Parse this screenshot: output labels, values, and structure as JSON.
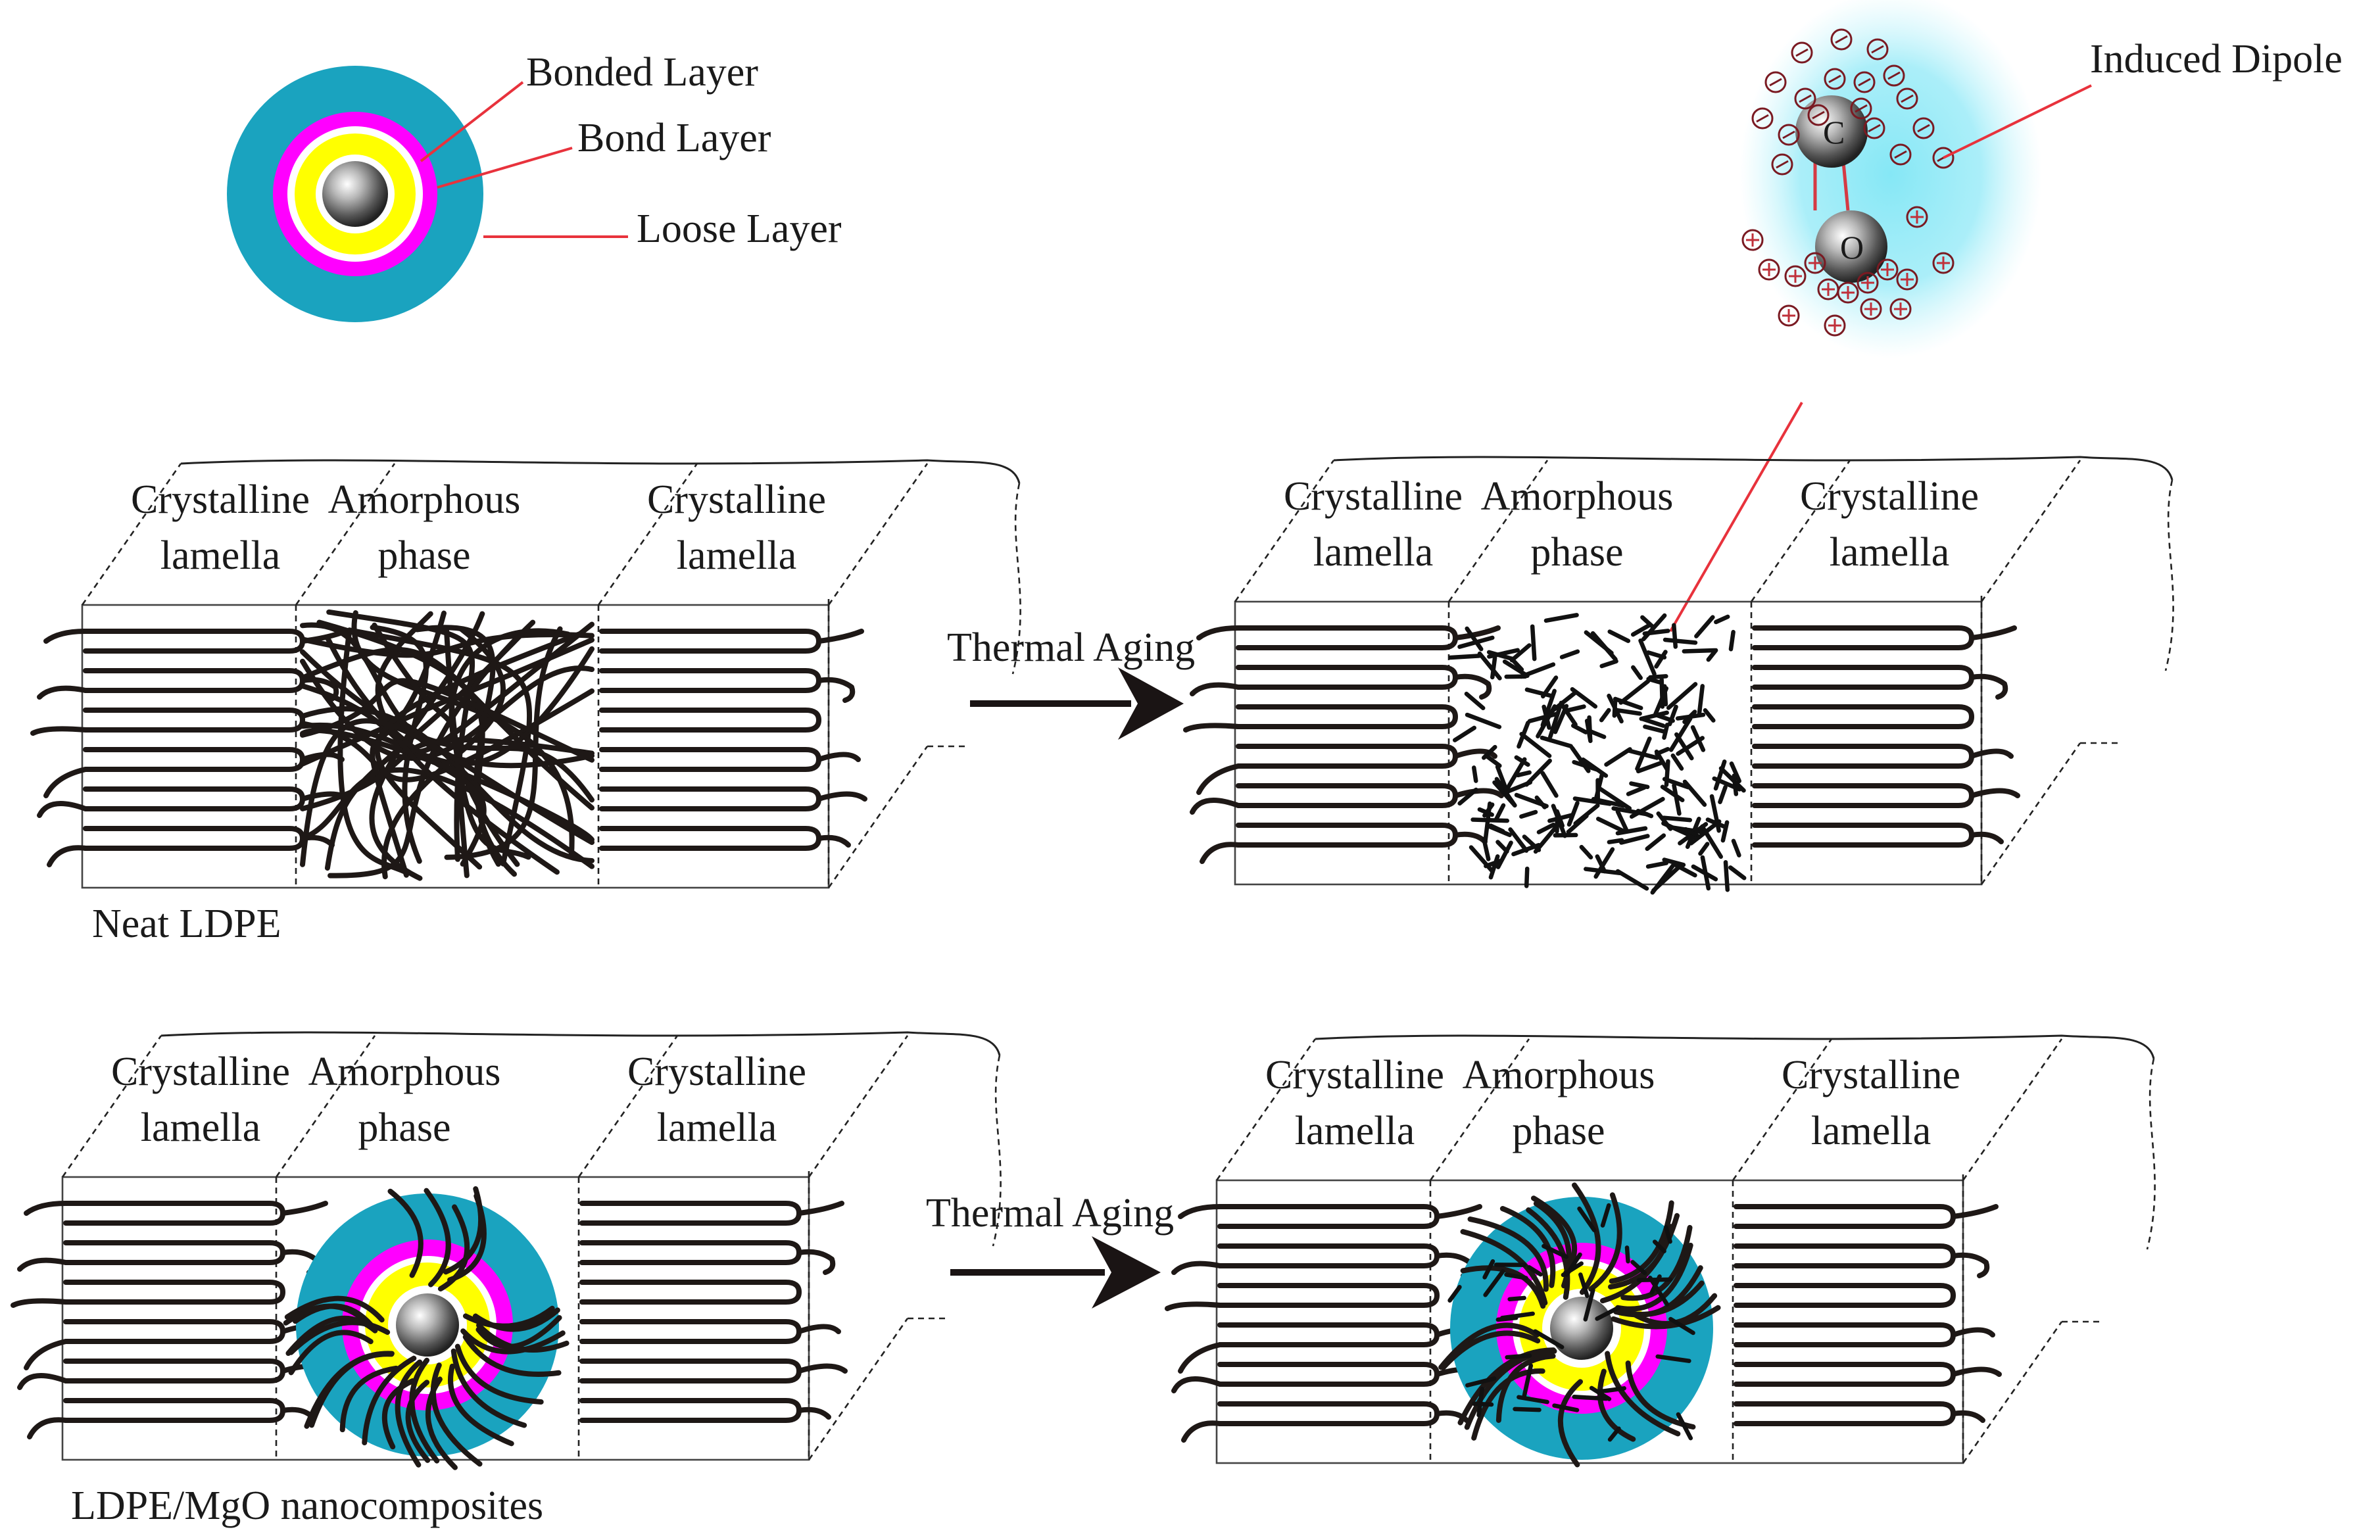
{
  "legend": {
    "bonded_layer": "Bonded Layer",
    "bond_layer": "Bond Layer",
    "loose_layer": "Loose Layer"
  },
  "dipole": {
    "label": "Induced Dipole",
    "carbon": "C",
    "oxygen": "O"
  },
  "panels": {
    "crystalline_1": "Crystalline",
    "crystalline_2": "lamella",
    "amorphous_1": "Amorphous",
    "amorphous_2": "phase"
  },
  "arrows": {
    "thermal_aging": "Thermal Aging"
  },
  "rows": {
    "neat": "Neat LDPE",
    "nano": "LDPE/MgO nanocomposites"
  },
  "colors": {
    "loose": "#1aa3bf",
    "bond": "#ff00ff",
    "bonded": "#ffff00",
    "particle": "#777777",
    "glow": "#7fe6f5",
    "leader": "#e8323c"
  }
}
